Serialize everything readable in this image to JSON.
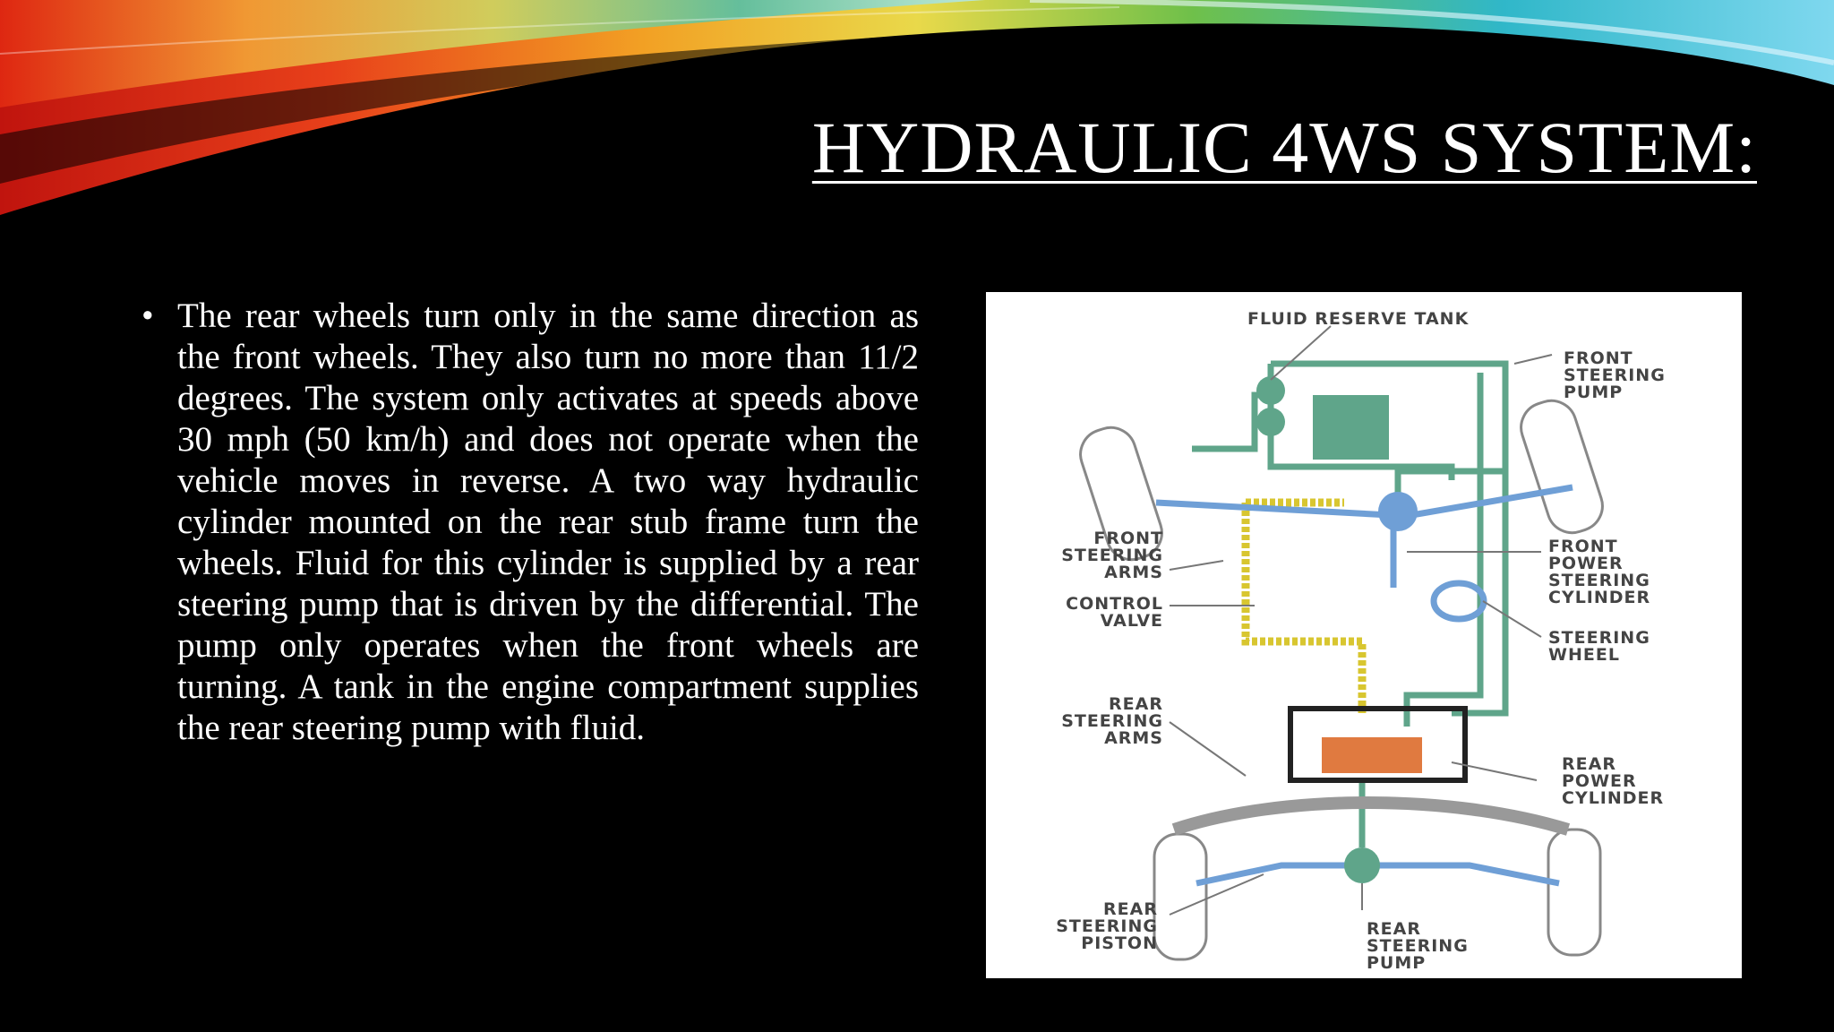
{
  "slide": {
    "title": "HYDRAULIC 4WS SYSTEM:",
    "bullet_glyph": "•",
    "paragraph": "The rear wheels turn only in the same direction as the front wheels. They also turn no more than 11/2 degrees. The system only activates at speeds above 30 mph (50 km/h) and does not operate when the vehicle moves in reverse. A two way hydraulic cylinder mounted on the rear stub frame turn the wheels. Fluid for this cylinder is supplied by a rear steering pump that is driven by the differential. The pump only operates when the front wheels are turning. A tank in the engine compartment supplies the rear steering pump with fluid."
  },
  "diagram": {
    "labels": {
      "fluid_reserve_tank": "FLUID RESERVE TANK",
      "front_steering_pump": [
        "FRONT",
        "STEERING",
        "PUMP"
      ],
      "front_steering_arms": [
        "FRONT",
        "STEERING",
        "ARMS"
      ],
      "control_valve": [
        "CONTROL",
        "VALVE"
      ],
      "front_power_steering_cylinder": [
        "FRONT",
        "POWER",
        "STEERING",
        "CYLINDER"
      ],
      "steering_wheel": [
        "STEERING",
        "WHEEL"
      ],
      "rear_steering_arms": [
        "REAR",
        "STEERING",
        "ARMS"
      ],
      "rear_power_cylinder": [
        "REAR",
        "POWER",
        "CYLINDER"
      ],
      "rear_steering_piston": [
        "REAR",
        "STEERING",
        "PISTON"
      ],
      "rear_steering_pump": [
        "REAR",
        "STEERING",
        "PUMP"
      ]
    },
    "colors": {
      "hydraulic_line": "#5fa58a",
      "pressure_line": "#d8c630",
      "steering_linkage": "#6f9fd6",
      "rear_cylinder": "#e07a40"
    }
  },
  "theme": {
    "background": "#000000",
    "text": "#ffffff"
  }
}
